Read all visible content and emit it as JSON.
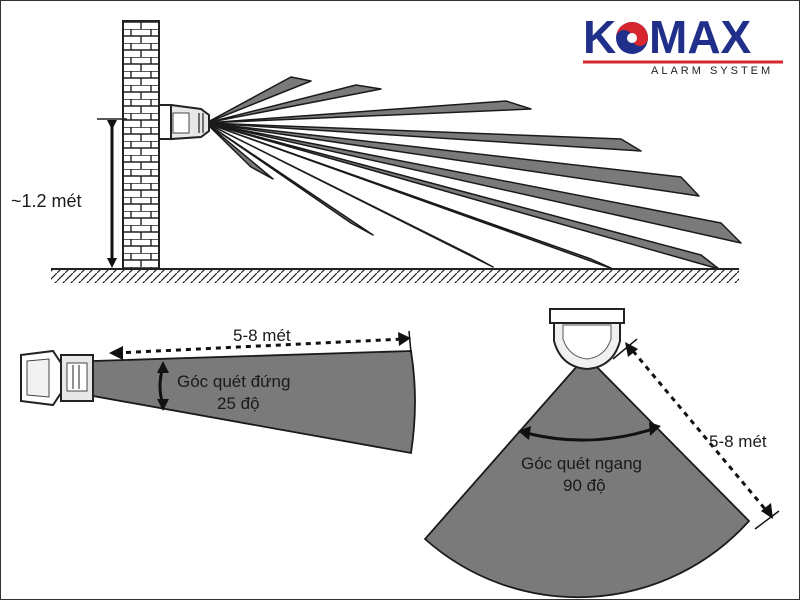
{
  "logo": {
    "brand_prefix": "K",
    "brand_suffix": "MAX",
    "tagline": "ALARM SYSTEM",
    "colors": {
      "navy": "#1f2f8a",
      "red": "#d6262e"
    }
  },
  "mounting": {
    "height_label": "~1.2 mét"
  },
  "side_view": {
    "range_label": "5-8 mét",
    "angle_title": "Góc quét đứng",
    "angle_value": "25 độ"
  },
  "top_view": {
    "range_label": "5-8 mét",
    "angle_title": "Góc quét ngang",
    "angle_value": "90 độ"
  },
  "colors": {
    "beam_fill": "#7a7a7a",
    "beam_stroke": "#1a1a1a",
    "wall_stroke": "#222222"
  }
}
